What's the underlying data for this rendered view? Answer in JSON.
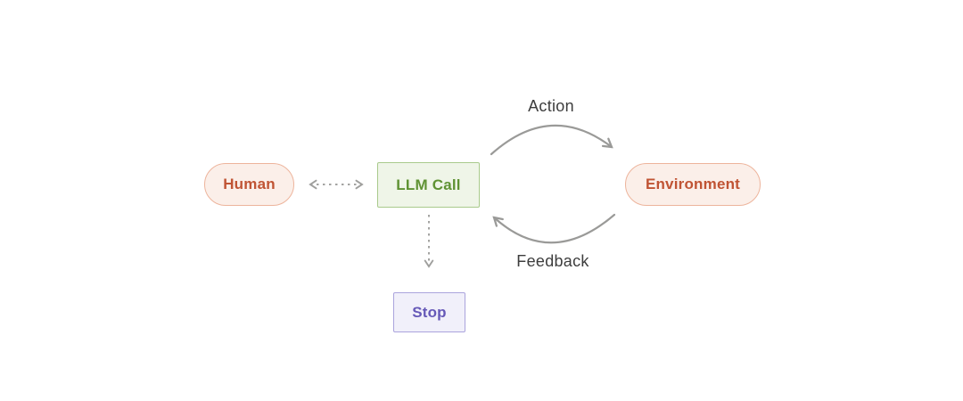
{
  "diagram": {
    "title": "agent-environment-loop",
    "nodes": {
      "human": {
        "label": "Human"
      },
      "llm_call": {
        "label": "LLM Call"
      },
      "environment": {
        "label": "Environment"
      },
      "stop": {
        "label": "Stop"
      }
    },
    "edges": {
      "human_llm": {
        "style": "dashed-double-arrow"
      },
      "llm_stop": {
        "style": "dashed-arrow"
      },
      "action": {
        "label": "Action",
        "from": "llm_call",
        "to": "environment",
        "style": "curved-arrow"
      },
      "feedback": {
        "label": "Feedback",
        "from": "environment",
        "to": "llm_call",
        "style": "curved-arrow"
      }
    },
    "colors": {
      "human_env_bg": "#fbefe9",
      "human_env_border": "#edb49c",
      "human_env_text": "#c05434",
      "llm_bg": "#eff5e8",
      "llm_border": "#a9ca8c",
      "llm_text": "#5f9233",
      "stop_bg": "#f1f0fa",
      "stop_border": "#aba4dd",
      "stop_text": "#6659b8",
      "arrow_gray": "#9a9a98",
      "label_text": "#3d3d3d",
      "background": "#ffffff"
    }
  }
}
